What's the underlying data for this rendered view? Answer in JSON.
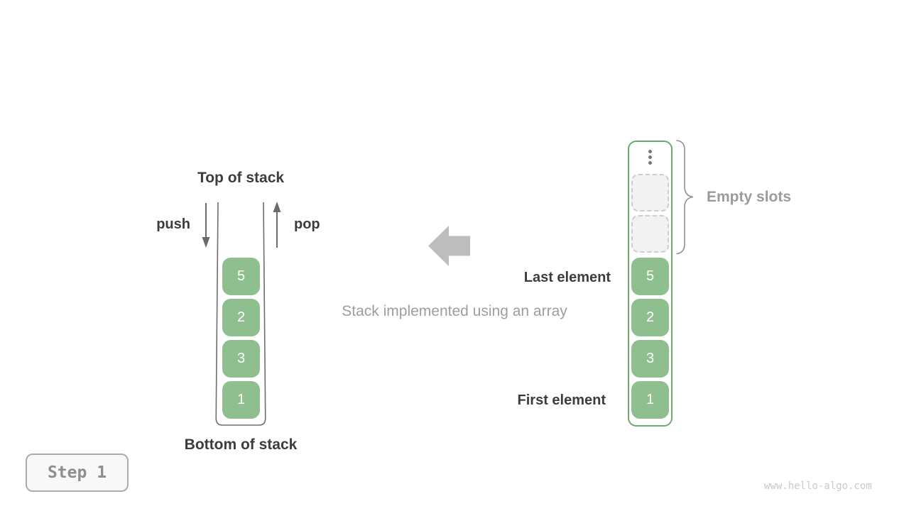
{
  "colors": {
    "block_green": "#8FBE8F",
    "array_border_green": "#6CAB6C",
    "empty_slot_fill": "#F2F2F2",
    "empty_slot_border": "#CDCDCD",
    "dark_text": "#3C3C3C",
    "gray_text": "#9E9E9E",
    "big_arrow_gray": "#BDBDBD",
    "badge_text": "#8E8E8E",
    "watermark_text": "#C9C9C9"
  },
  "stack_diagram": {
    "top_label": "Top of stack",
    "bottom_label": "Bottom of stack",
    "push_label": "push",
    "pop_label": "pop",
    "values": [
      "5",
      "2",
      "3",
      "1"
    ]
  },
  "caption": "Stack implemented using an array",
  "array_diagram": {
    "values": [
      "5",
      "2",
      "3",
      "1"
    ],
    "empty_slots_label": "Empty slots",
    "last_element_label": "Last element",
    "first_element_label": "First element"
  },
  "step_badge": "Step 1",
  "watermark": "www.hello-algo.com"
}
